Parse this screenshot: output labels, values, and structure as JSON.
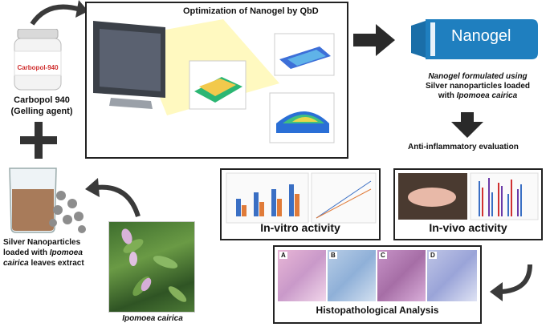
{
  "jar": {
    "label": "Carbopol-940"
  },
  "carbopol": {
    "line1": "Carbopol 940",
    "line2": "(Gelling agent)"
  },
  "silver": {
    "line1": "Silver Nanoparticles",
    "line2_prefix": "loaded with ",
    "line2_italic": "Ipomoea",
    "line3_italic": "cairica",
    "line3_suffix": " leaves extract"
  },
  "plant": {
    "caption": "Ipomoea cairica"
  },
  "optimization": {
    "title": "Optimization of Nanogel by QbD"
  },
  "nanogel": {
    "tube_label": "Nanogel",
    "desc_line1": "Nanogel formulated using",
    "desc_line2": "Silver nanoparticles loaded",
    "desc_line3_prefix": "with ",
    "desc_line3_italic": "Ipomoea cairica"
  },
  "anti": {
    "label": "Anti-inflammatory evaluation"
  },
  "invitro": {
    "label": "In-vitro activity"
  },
  "invivo": {
    "label": "In-vivo activity"
  },
  "histo": {
    "label": "Histopathological Analysis",
    "panels": [
      "A",
      "B",
      "C",
      "D"
    ]
  },
  "colors": {
    "arrow": "#3a3a3a",
    "tube": "#1f7fbf",
    "box_border": "#222222"
  }
}
